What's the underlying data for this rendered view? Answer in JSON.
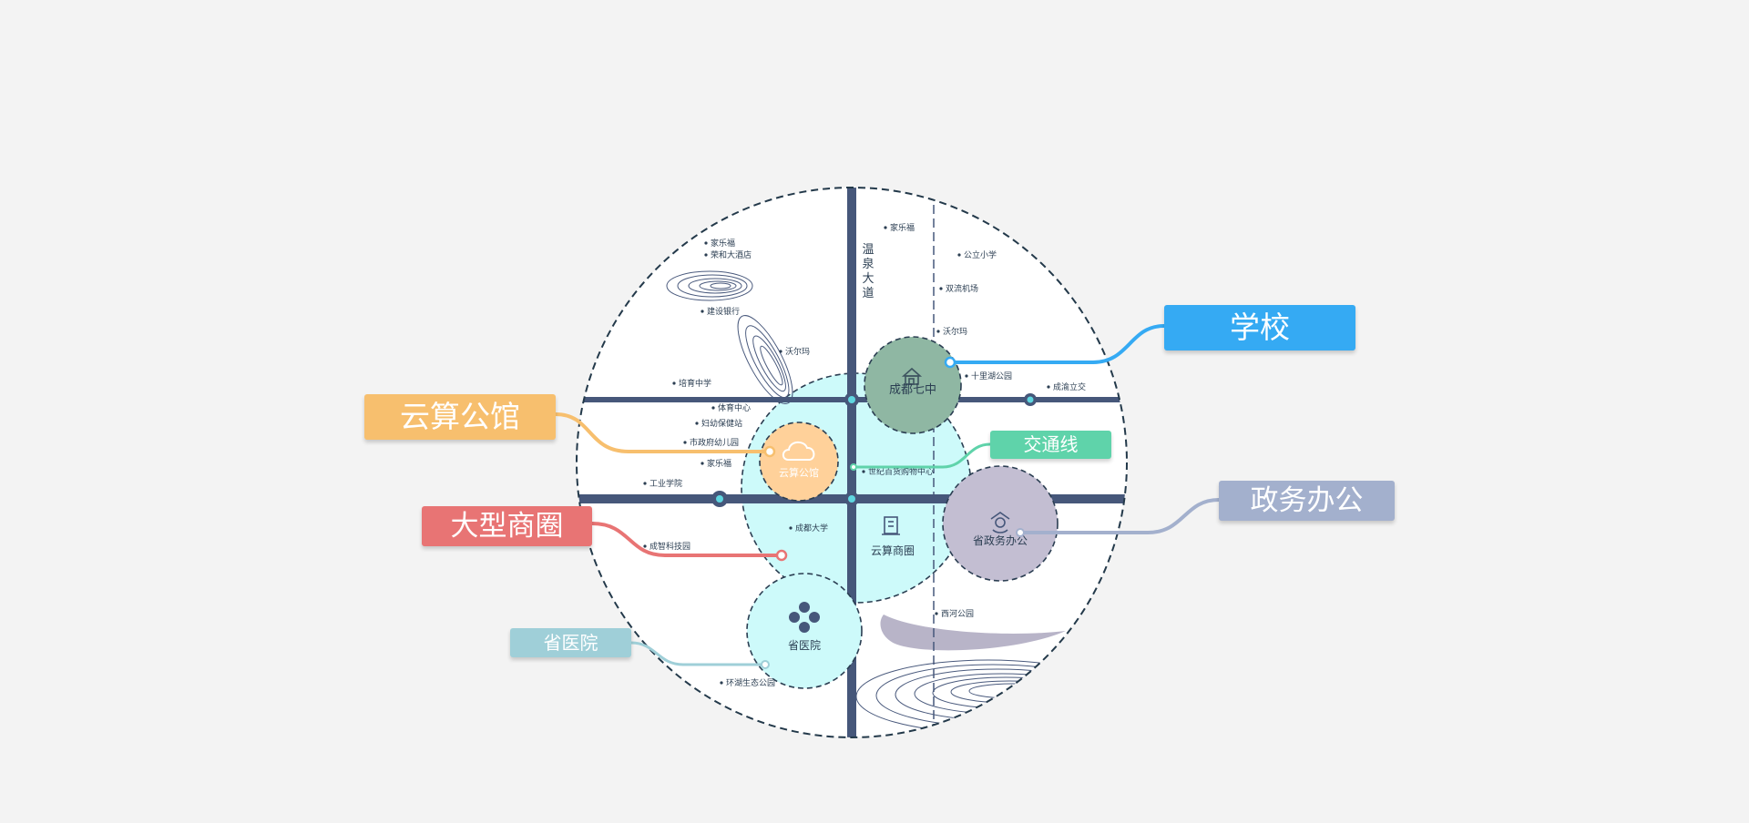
{
  "colors": {
    "school": "#35aaf3",
    "gov": "#a3b0cd",
    "transit": "#5fd3aa",
    "home": "#f7bf6e",
    "business": "#e87474",
    "hospital": "#9fcfd8",
    "road": "#46577a",
    "zone": "#cdfafa",
    "school_zone": "#8fb7a3",
    "gov_zone": "#c3bed2",
    "home_zone": "#ffd19a"
  },
  "road_label": "温泉大道",
  "callouts": {
    "school": "学校",
    "gov": "政务办公",
    "transit": "交通线",
    "home": "云算公馆",
    "business": "大型商圈",
    "hospital": "省医院"
  },
  "zones": {
    "school": {
      "label": "成都七中",
      "icon": "school-icon"
    },
    "home": {
      "label": "云算公馆",
      "icon": "cloud-icon"
    },
    "business": {
      "label": "云算商圈",
      "icon": "building-icon"
    },
    "gov": {
      "label": "省政务办公",
      "icon": "government-icon"
    },
    "hospital": {
      "label": "省医院",
      "icon": "medical-cross-icon"
    }
  },
  "pois": [
    "家乐福",
    "荣和大酒店",
    "建设银行",
    "沃尔玛",
    "培育中学",
    "体育中心",
    "妇幼保健站",
    "市政府幼儿园",
    "家乐福",
    "工业学院",
    "成都大学",
    "成智科技园",
    "环湖生态公园",
    "家乐福",
    "公立小学",
    "双流机场",
    "沃尔玛",
    "十里湖公园",
    "成渝立交",
    "世纪百货购物中心",
    "西河公园"
  ]
}
